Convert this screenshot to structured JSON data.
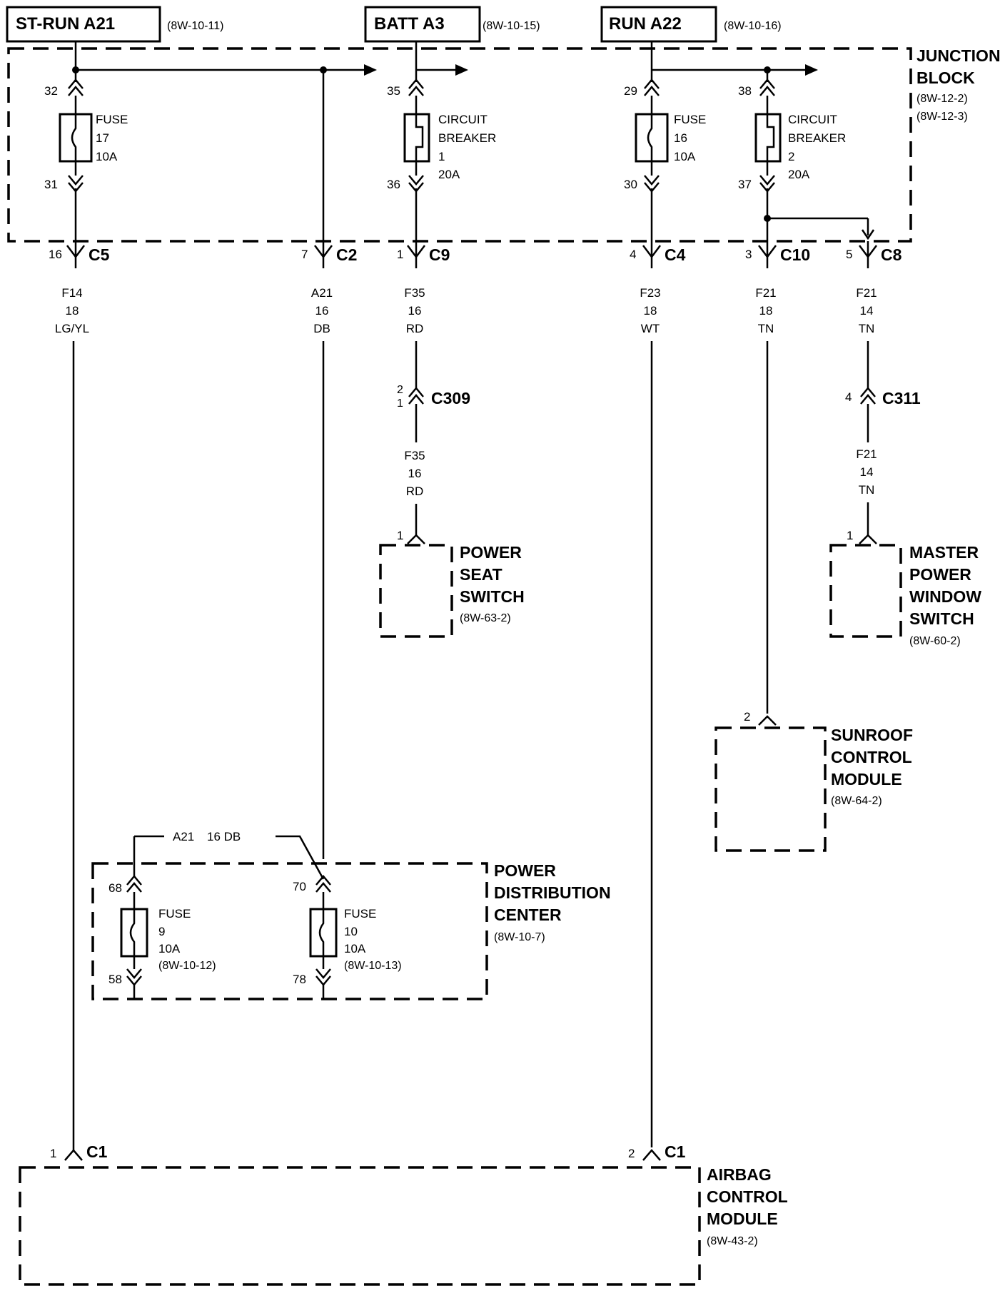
{
  "header_boxes": {
    "st_run": {
      "label": "ST-RUN A21",
      "ref": "(8W-10-11)"
    },
    "batt": {
      "label": "BATT A3",
      "ref": "(8W-10-15)"
    },
    "run": {
      "label": "RUN A22",
      "ref": "(8W-10-16)"
    }
  },
  "junction_block": {
    "title_line1": "JUNCTION",
    "title_line2": "BLOCK",
    "ref1": "(8W-12-2)",
    "ref2": "(8W-12-3)",
    "fuse17": {
      "pin_in": "32",
      "pin_out": "31",
      "l1": "FUSE",
      "l2": "17",
      "l3": "10A"
    },
    "cb1": {
      "pin_in": "35",
      "pin_out": "36",
      "l1": "CIRCUIT",
      "l2": "BREAKER",
      "l3": "1",
      "l4": "20A"
    },
    "fuse16": {
      "pin_in": "29",
      "pin_out": "30",
      "l1": "FUSE",
      "l2": "16",
      "l3": "10A"
    },
    "cb2": {
      "pin_in": "38",
      "pin_out": "37",
      "l1": "CIRCUIT",
      "l2": "BREAKER",
      "l3": "2",
      "l4": "20A"
    }
  },
  "connectors": {
    "c5": {
      "pin": "16",
      "name": "C5"
    },
    "c2": {
      "pin": "7",
      "name": "C2"
    },
    "c9": {
      "pin": "1",
      "name": "C9"
    },
    "c4": {
      "pin": "4",
      "name": "C4"
    },
    "c10": {
      "pin": "3",
      "name": "C10"
    },
    "c8": {
      "pin": "5",
      "name": "C8"
    },
    "c309": {
      "pin_a": "2",
      "pin_b": "1",
      "name": "C309"
    },
    "c311": {
      "pin": "4",
      "name": "C311"
    },
    "c1_left": {
      "pin": "1",
      "name": "C1"
    },
    "c1_right": {
      "pin": "2",
      "name": "C1"
    }
  },
  "wires": {
    "f14": {
      "circuit": "F14",
      "gauge": "18",
      "color": "LG/YL"
    },
    "a21": {
      "circuit": "A21",
      "gauge": "16",
      "color": "DB"
    },
    "f35_top": {
      "circuit": "F35",
      "gauge": "16",
      "color": "RD"
    },
    "f35_bot": {
      "circuit": "F35",
      "gauge": "16",
      "color": "RD"
    },
    "f23": {
      "circuit": "F23",
      "gauge": "18",
      "color": "WT"
    },
    "f21_18": {
      "circuit": "F21",
      "gauge": "18",
      "color": "TN"
    },
    "f21_14_top": {
      "circuit": "F21",
      "gauge": "14",
      "color": "TN"
    },
    "f21_14_bot": {
      "circuit": "F21",
      "gauge": "14",
      "color": "TN"
    },
    "pdc_jumper": {
      "circuit": "A21",
      "spec": "16 DB"
    }
  },
  "components": {
    "power_seat_switch": {
      "pin": "1",
      "l1": "POWER",
      "l2": "SEAT",
      "l3": "SWITCH",
      "ref": "(8W-63-2)"
    },
    "master_power_window_switch": {
      "pin": "1",
      "l1": "MASTER",
      "l2": "POWER",
      "l3": "WINDOW",
      "l4": "SWITCH",
      "ref": "(8W-60-2)"
    },
    "sunroof_control_module": {
      "pin": "2",
      "l1": "SUNROOF",
      "l2": "CONTROL",
      "l3": "MODULE",
      "ref": "(8W-64-2)"
    },
    "airbag_control_module": {
      "l1": "AIRBAG",
      "l2": "CONTROL",
      "l3": "MODULE",
      "ref": "(8W-43-2)"
    }
  },
  "power_distribution_center": {
    "l1": "POWER",
    "l2": "DISTRIBUTION",
    "l3": "CENTER",
    "ref": "(8W-10-7)",
    "fuse9": {
      "pin_in": "68",
      "pin_out": "58",
      "l1": "FUSE",
      "l2": "9",
      "l3": "10A",
      "ref": "(8W-10-12)"
    },
    "fuse10": {
      "pin_in": "70",
      "pin_out": "78",
      "l1": "FUSE",
      "l2": "10",
      "l3": "10A",
      "ref": "(8W-10-13)"
    }
  }
}
